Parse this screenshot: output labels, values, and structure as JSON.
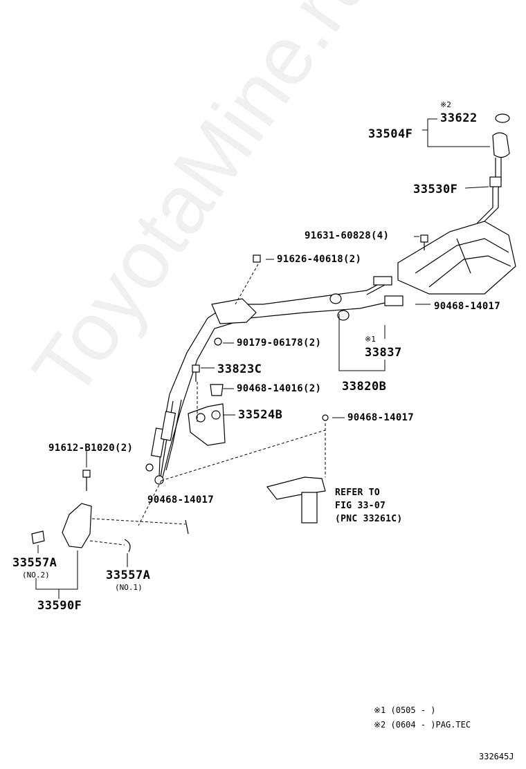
{
  "watermark": "ToyotaMine.ru",
  "labels": {
    "note2_mark": "※2",
    "p33622": "33622",
    "p33504F": "33504F",
    "p33530F": "33530F",
    "p91631": "91631-60828(4)",
    "p91626": "91626-40618(2)",
    "p90468_a": "90468-14017",
    "p90179": "90179-06178(2)",
    "note1_mark": "※1",
    "p33837": "33837",
    "p33823C": "33823C",
    "p90468_b": "90468-14016(2)",
    "p33820B": "33820B",
    "p33524B": "33524B",
    "p90468_c": "90468-14017",
    "p91612": "91612-B1020(2)",
    "refer1": "REFER TO",
    "refer2": "FIG 33-07",
    "refer3": "(PNC 33261C)",
    "p90468_d": "90468-14017",
    "p33557A_1": "33557A",
    "no2": "(NO.2)",
    "p33557A_2": "33557A",
    "no1": "(NO.1)",
    "p33590F": "33590F"
  },
  "footnotes": [
    "※1 (0505 -        )",
    "※2 (0604 -        )PAG.TEC"
  ],
  "figure_id": "332645J"
}
